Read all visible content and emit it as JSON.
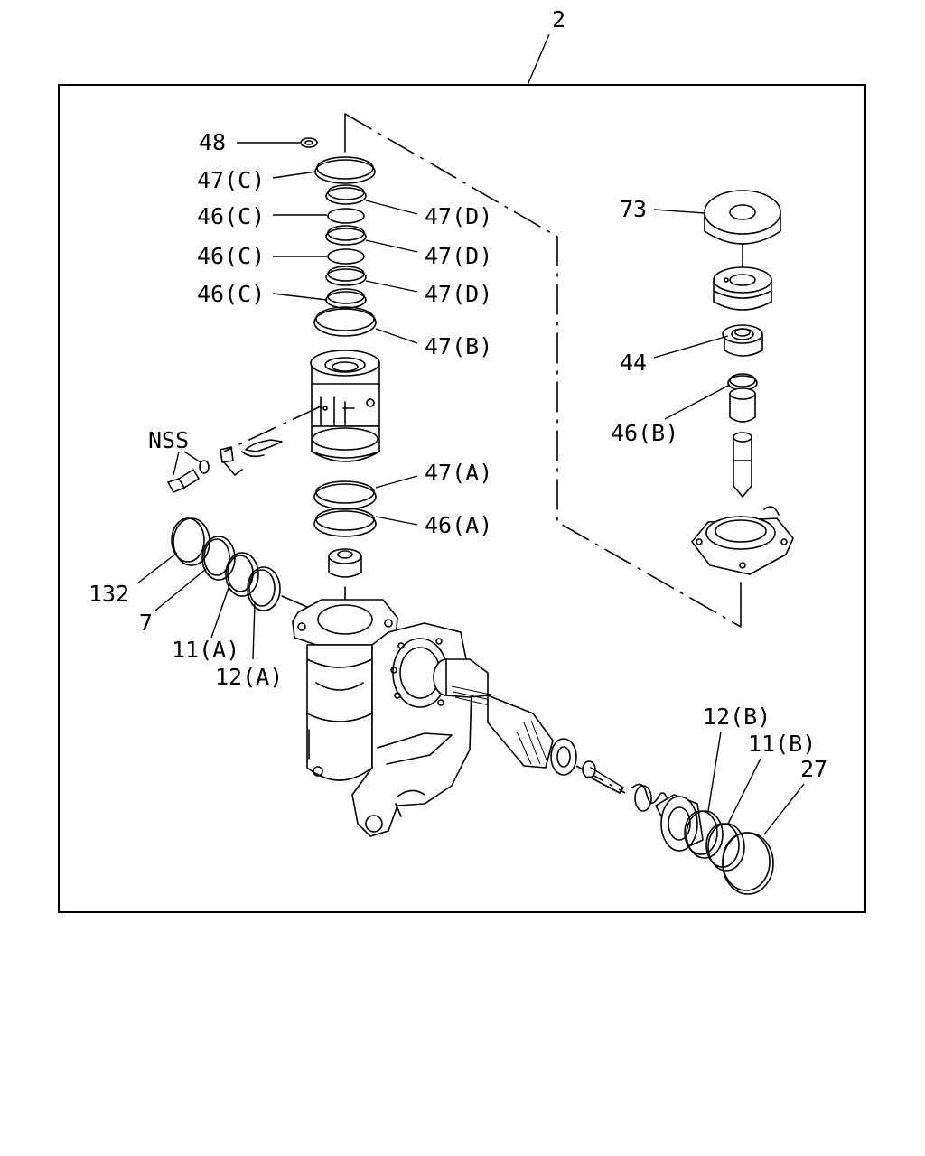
{
  "assembly_ref": "2",
  "callouts": {
    "c48": "48",
    "c47c": "47(C)",
    "c46c_1": "46(C)",
    "c46c_2": "46(C)",
    "c46c_3": "46(C)",
    "c47d_1": "47(D)",
    "c47d_2": "47(D)",
    "c47d_3": "47(D)",
    "c47b": "47(B)",
    "c47a": "47(A)",
    "c46a": "46(A)",
    "nss": "NSS",
    "c132": "132",
    "c7": "7",
    "c11a": "11(A)",
    "c12a": "12(A)",
    "c73": "73",
    "c44": "44",
    "c46b": "46(B)",
    "c12b": "12(B)",
    "c11b": "11(B)",
    "c27": "27"
  },
  "colors": {
    "line": "#000000",
    "background": "#ffffff"
  }
}
